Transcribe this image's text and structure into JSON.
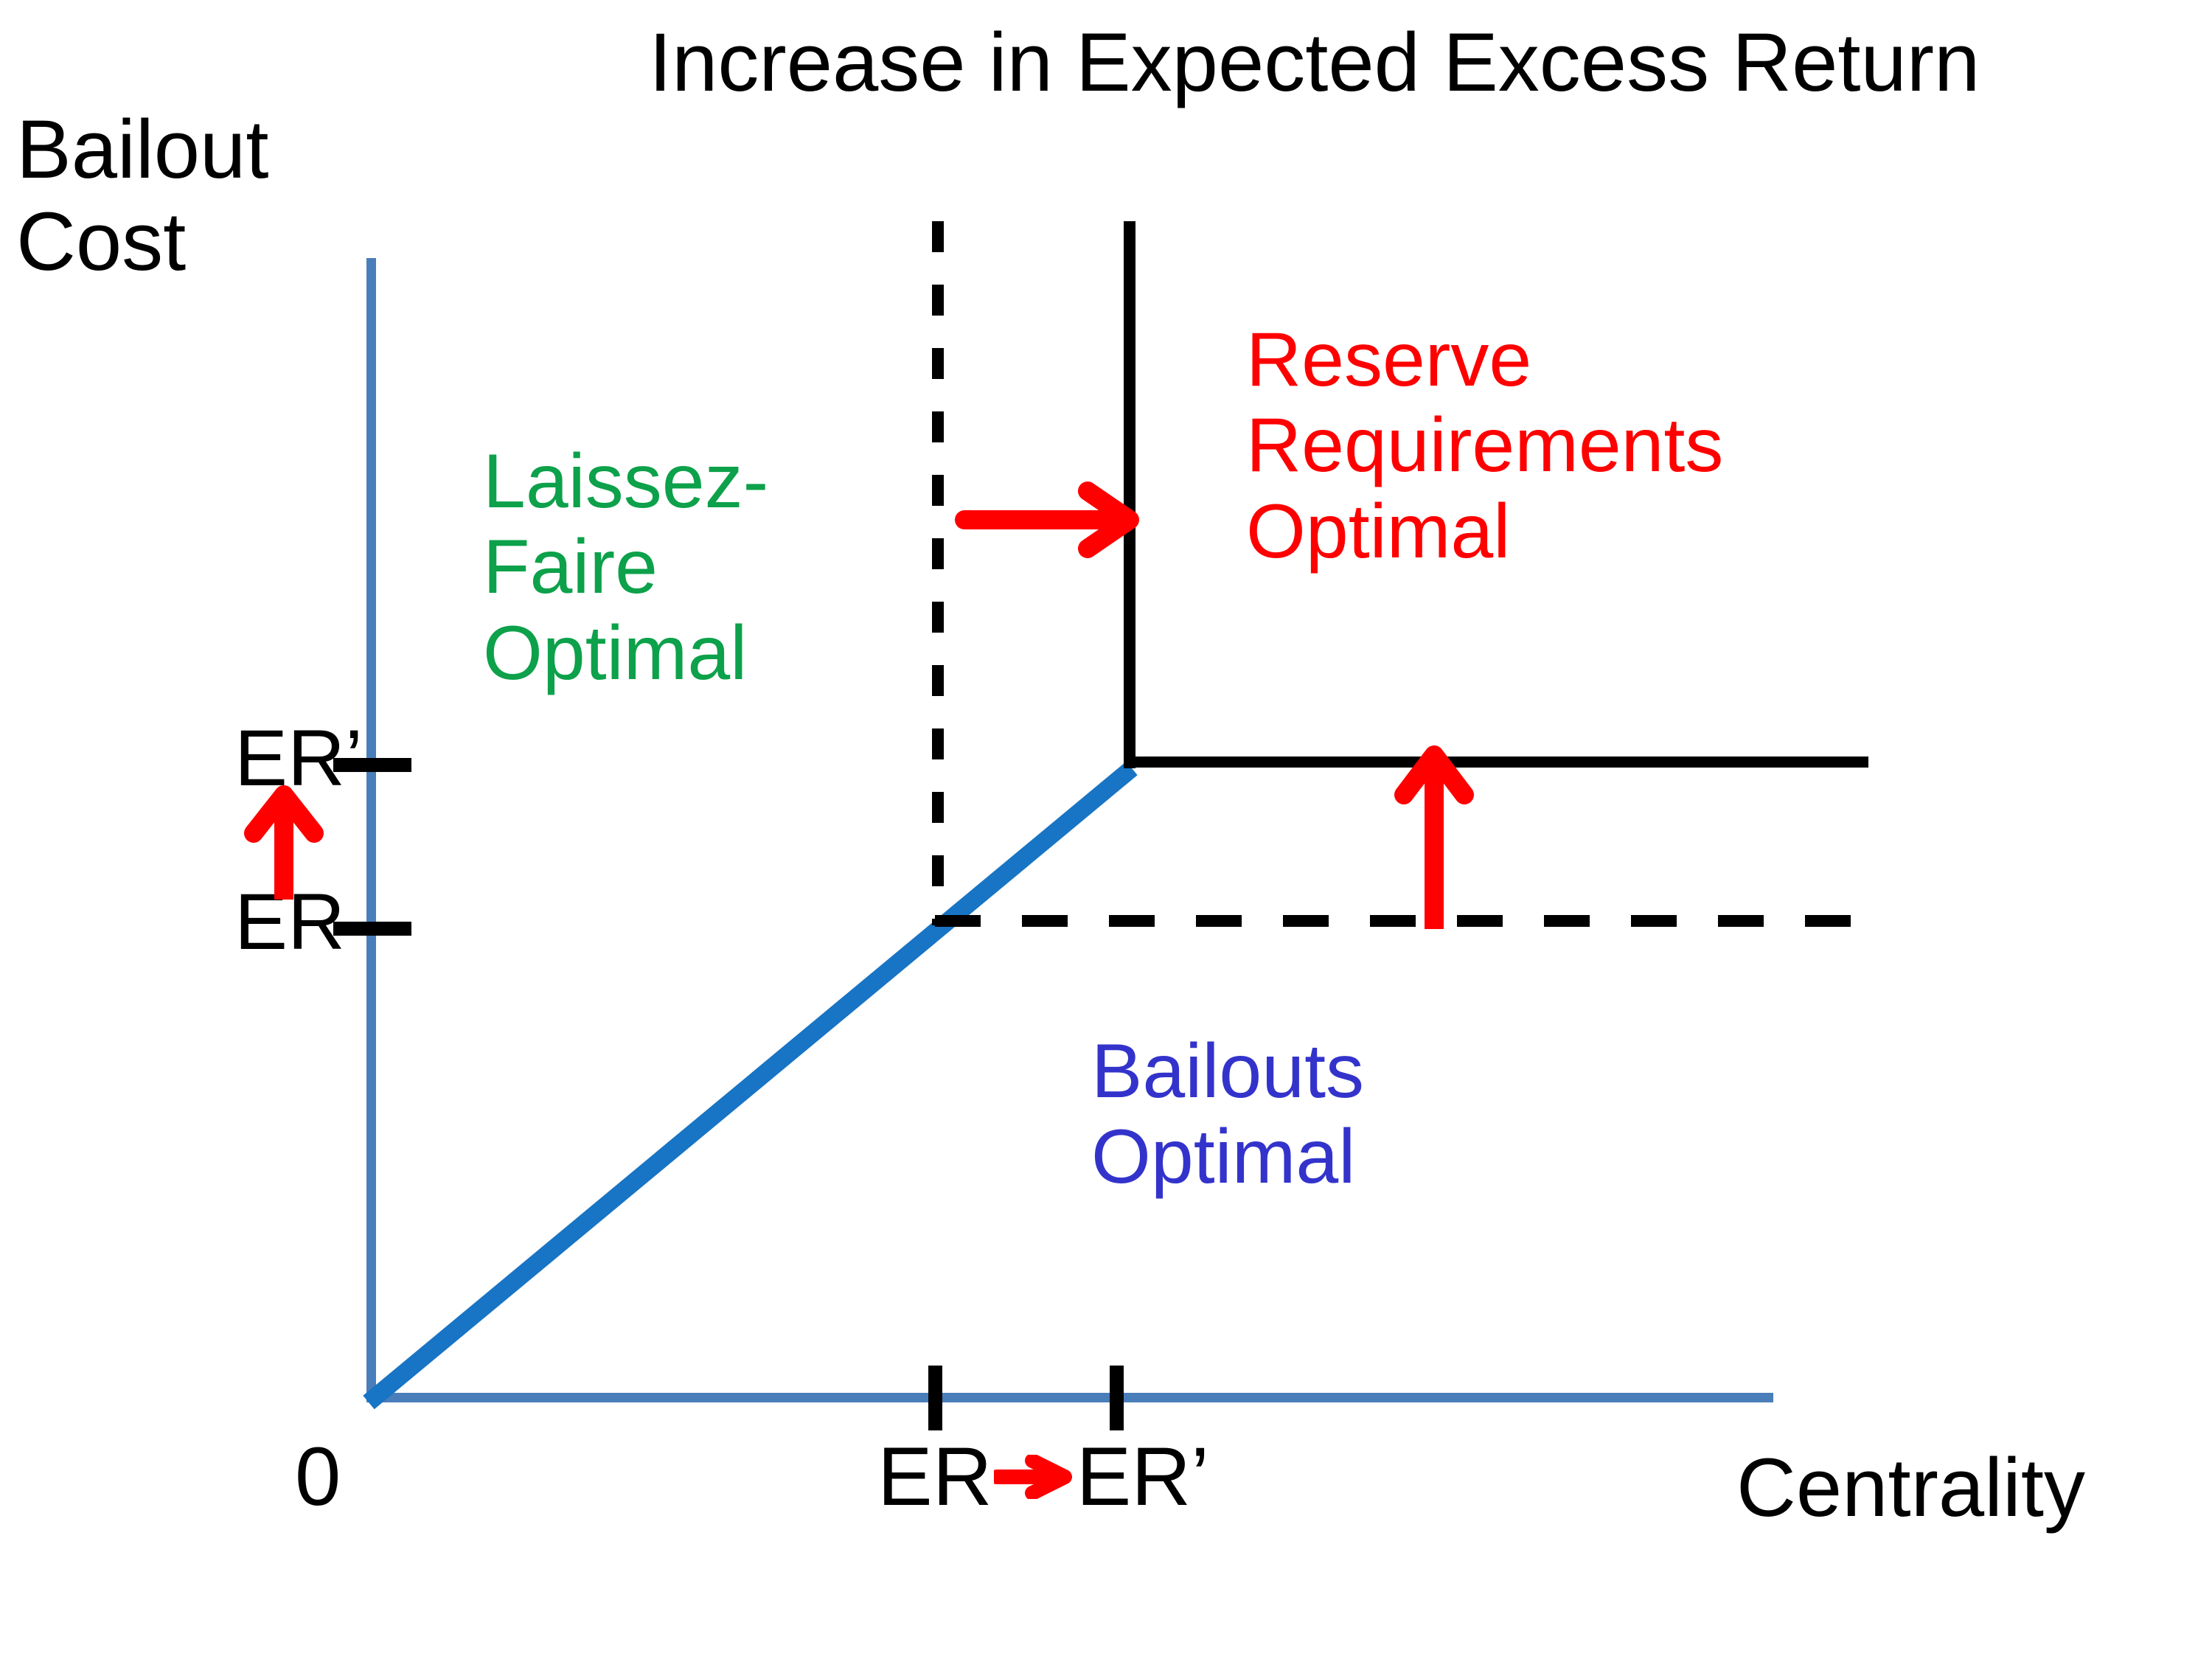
{
  "figure": {
    "title": "Increase in Expected Excess Return",
    "y_axis_label": "Bailout Cost",
    "x_axis_label": "Centrality",
    "origin_label": "0"
  },
  "axis_ticks": {
    "y": [
      {
        "label": "ER’",
        "meaning": "expected-excess-return-after"
      },
      {
        "label": "ER",
        "meaning": "expected-excess-return-before"
      }
    ],
    "x": {
      "from_label": "ER",
      "to_label": "ER’",
      "arrow": "right-arrow-icon"
    }
  },
  "regions": [
    {
      "id": "laissez-faire",
      "label": "Laissez-Faire Optimal",
      "color": "#0CA14A"
    },
    {
      "id": "reserve-requirements",
      "label": "Reserve Requirements Optimal",
      "color": "#FF0000"
    },
    {
      "id": "bailouts",
      "label": "Bailouts Optimal",
      "color": "#3333CC"
    }
  ],
  "annotations": {
    "shift_right_arrow": "red-right-arrow-icon",
    "shift_up_arrow": "red-up-arrow-icon",
    "y_shift_arrow": "red-up-arrow-icon"
  },
  "colors": {
    "axis_blue": "#4A7EBB",
    "schedule_blue": "#1874C4",
    "boundary_black": "#000000",
    "annotation_red": "#FF0000",
    "green": "#0CA14A",
    "blue_text": "#3333CC"
  },
  "chart_data": {
    "type": "line",
    "title": "Increase in Expected Excess Return",
    "xlabel": "Centrality",
    "ylabel": "Bailout Cost",
    "xlim": [
      0,
      1.0
    ],
    "ylim": [
      0,
      1.0
    ],
    "grid": false,
    "legend": "none",
    "x_tick_values": [
      0.405,
      0.533
    ],
    "x_tick_labels": [
      "ER",
      "ER’"
    ],
    "y_tick_values": [
      0.555,
      0.412
    ],
    "y_tick_labels": [
      "ER’",
      "ER"
    ],
    "series": [
      {
        "name": "Bailout cost schedule (old, linear then flat)",
        "style": "solid",
        "color": "#1874C4",
        "x": [
          0.0,
          0.54
        ],
        "y": [
          0.0,
          0.556
        ]
      },
      {
        "name": "New boundary (solid black kinked)",
        "style": "solid",
        "color": "#000000",
        "x": [
          0.54,
          0.54,
          1.065
        ],
        "y": [
          0.838,
          0.556,
          0.556
        ]
      },
      {
        "name": "Old boundary (dashed black kinked)",
        "style": "dashed",
        "color": "#000000",
        "x": [
          0.403,
          0.403,
          1.065
        ],
        "y": [
          0.838,
          0.412,
          0.412
        ]
      }
    ],
    "annotations": [
      {
        "text": "Laissez-Faire Optimal",
        "color": "#0CA14A",
        "x": 0.1,
        "y": 0.72
      },
      {
        "text": "Reserve Requirements Optimal",
        "color": "#FF0000",
        "x": 0.63,
        "y": 0.8
      },
      {
        "text": "Bailouts Optimal",
        "color": "#3333CC",
        "x": 0.52,
        "y": 0.32
      },
      {
        "text": "horizontal red arrow: boundary shifts right",
        "color": "#FF0000",
        "x": 0.44,
        "y": 0.63
      },
      {
        "text": "vertical red arrow: bailout-cost threshold shifts up",
        "color": "#FF0000",
        "x": 0.76,
        "y": 0.48
      },
      {
        "text": "vertical red arrow on y-axis: ER rises to ER’",
        "color": "#FF0000",
        "x": 0.0,
        "y": 0.48
      }
    ]
  }
}
